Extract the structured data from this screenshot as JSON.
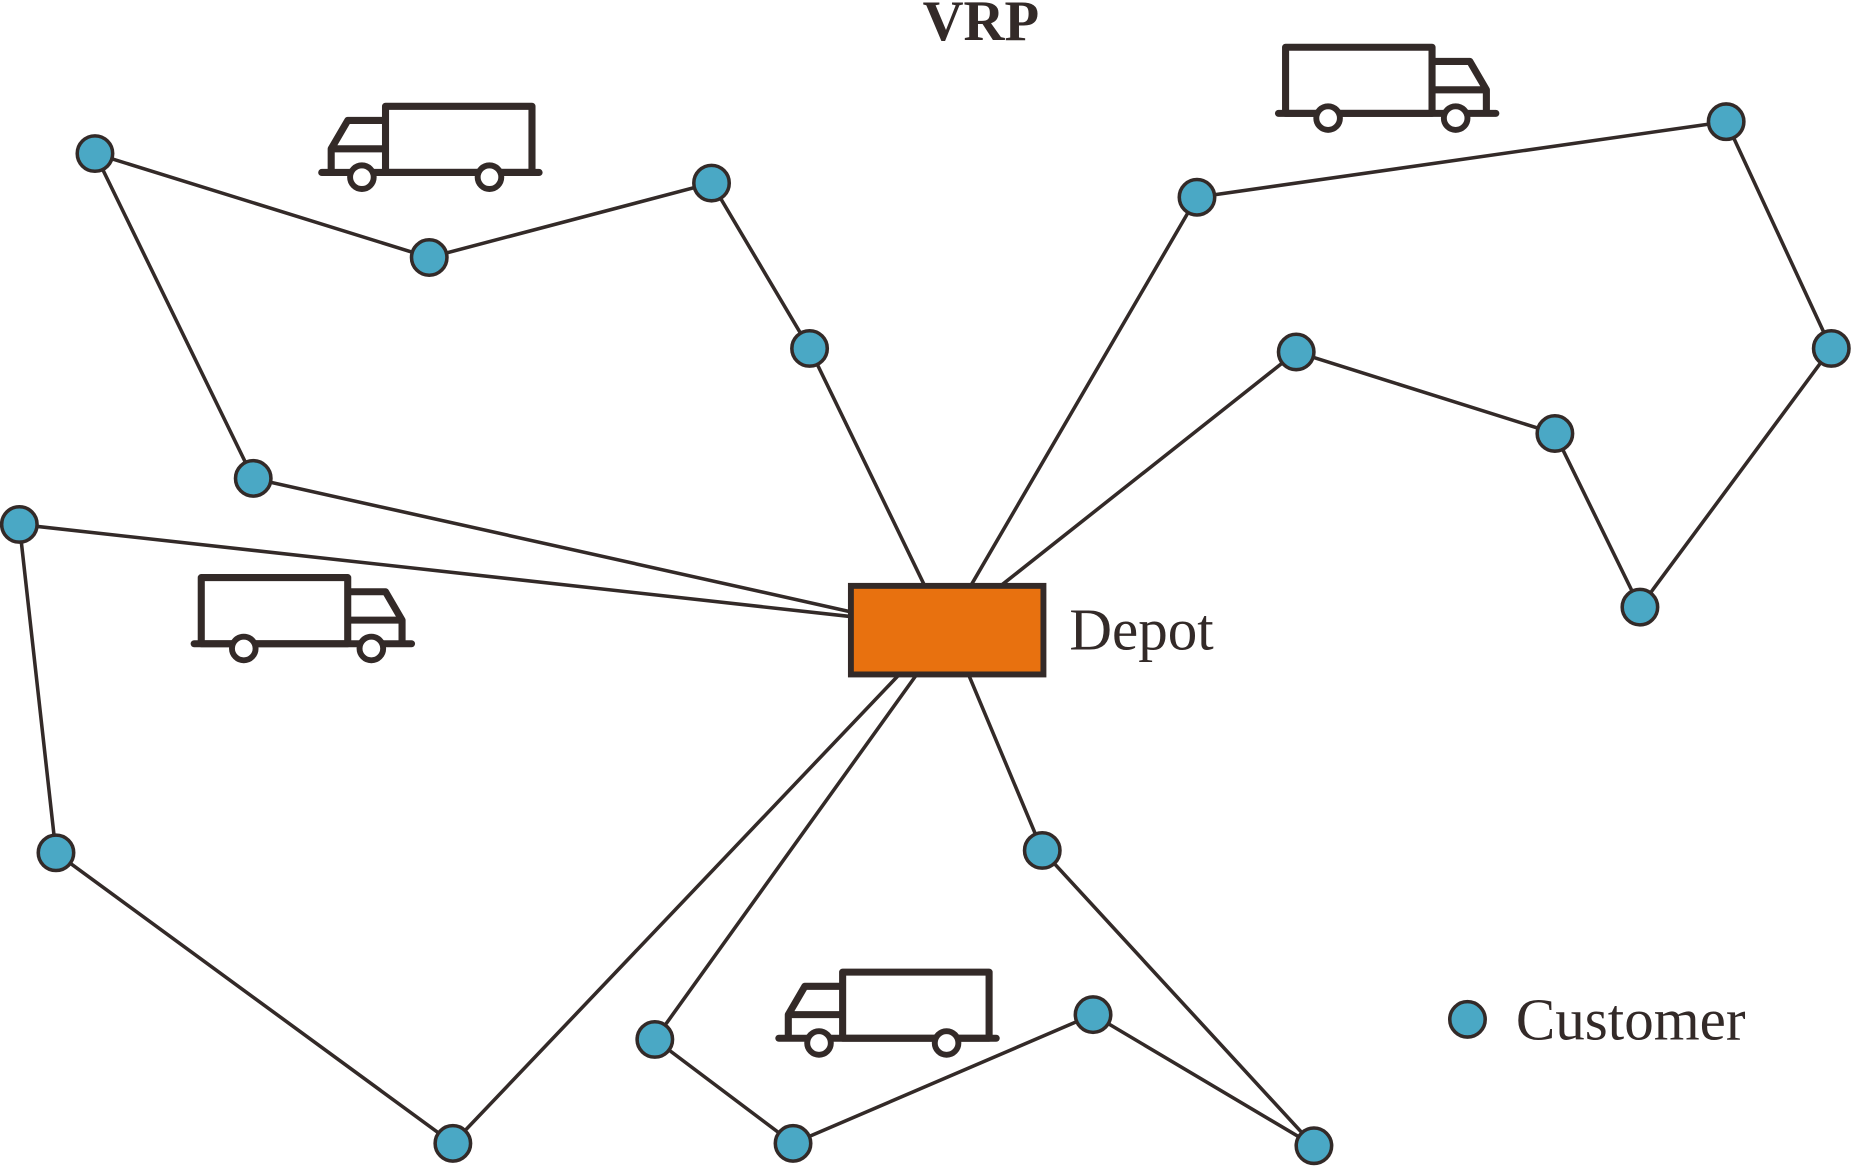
{
  "title": "VRP",
  "depot": {
    "label": "Depot",
    "color": "#E8710F"
  },
  "legend": {
    "customer_label": "Customer",
    "customer_color": "#4AA8C5"
  },
  "edge_color": "#332a28",
  "routes": [
    {
      "name": "route-top-left",
      "customers": 5
    },
    {
      "name": "route-top-right",
      "customers": 6
    },
    {
      "name": "route-left",
      "customers": 3
    },
    {
      "name": "route-bottom",
      "customers": 5
    }
  ],
  "vehicles": 4
}
